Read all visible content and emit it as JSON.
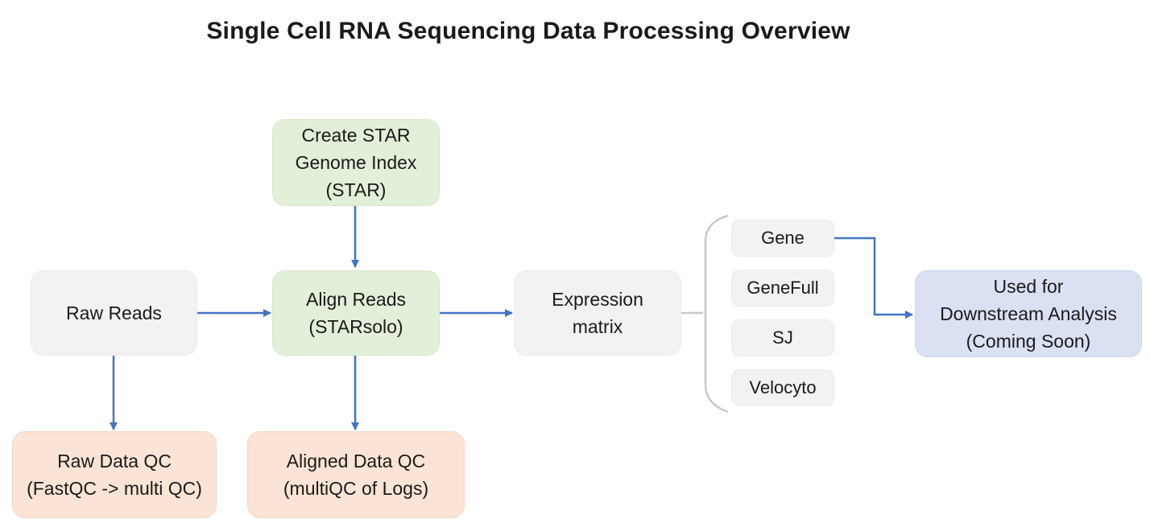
{
  "title": "Single Cell RNA Sequencing Data Processing Overview",
  "nodes": {
    "star_index": "Create STAR\nGenome Index\n(STAR)",
    "raw_reads": "Raw Reads",
    "align_reads": "Align Reads\n(STARsolo)",
    "expression_matrix": "Expression\nmatrix",
    "raw_qc": "Raw Data QC\n(FastQC -> multi QC)",
    "aligned_qc": "Aligned Data QC\n(multiQC of Logs)",
    "downstream": "Used for\nDownstream Analysis\n(Coming Soon)"
  },
  "matrix_types": [
    "Gene",
    "GeneFull",
    "SJ",
    "Velocyto"
  ],
  "colors": {
    "arrow": "#4472c4",
    "bracket": "#c8c8c8",
    "neutral": "#f2f2f2",
    "tool": "#e2efd9",
    "qc": "#fbe4d5",
    "output": "#d9e1f3"
  }
}
